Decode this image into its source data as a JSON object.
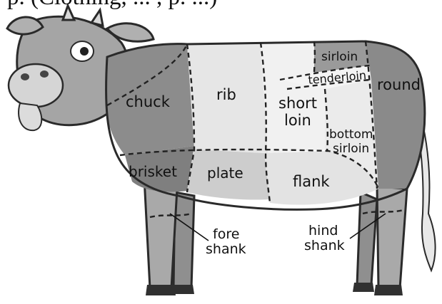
{
  "caption": "p. (Clothing, ... , p. ...)",
  "labels": {
    "chuck": "chuck",
    "rib": "rib",
    "short_loin_1": "short",
    "short_loin_2": "loin",
    "sirloin": "sirloin",
    "tenderloin": "tenderloin",
    "round": "round",
    "bottom_sirloin_1": "bottom",
    "bottom_sirloin_2": "sirloin",
    "brisket": "brisket",
    "plate": "plate",
    "flank": "flank",
    "fore_shank_1": "fore",
    "fore_shank_2": "shank",
    "hind_shank_1": "hind",
    "hind_shank_2": "shank"
  },
  "colors": {
    "chuck": "#8c8c8c",
    "rib": "#e6e6e6",
    "short_loin": "#f1f1f1",
    "sirloin": "#9a9a9a",
    "tenderloin": "#f4f4f4",
    "bottom_sirloin": "#ebebeb",
    "round": "#8a8a8a",
    "brisket": "#7f7f7f",
    "plate": "#cdcdcd",
    "flank": "#e3e3e3",
    "legs": "#a9a9a9",
    "head": "#a5a5a5",
    "hooves": "#303030",
    "outline": "#2a2a2a"
  }
}
